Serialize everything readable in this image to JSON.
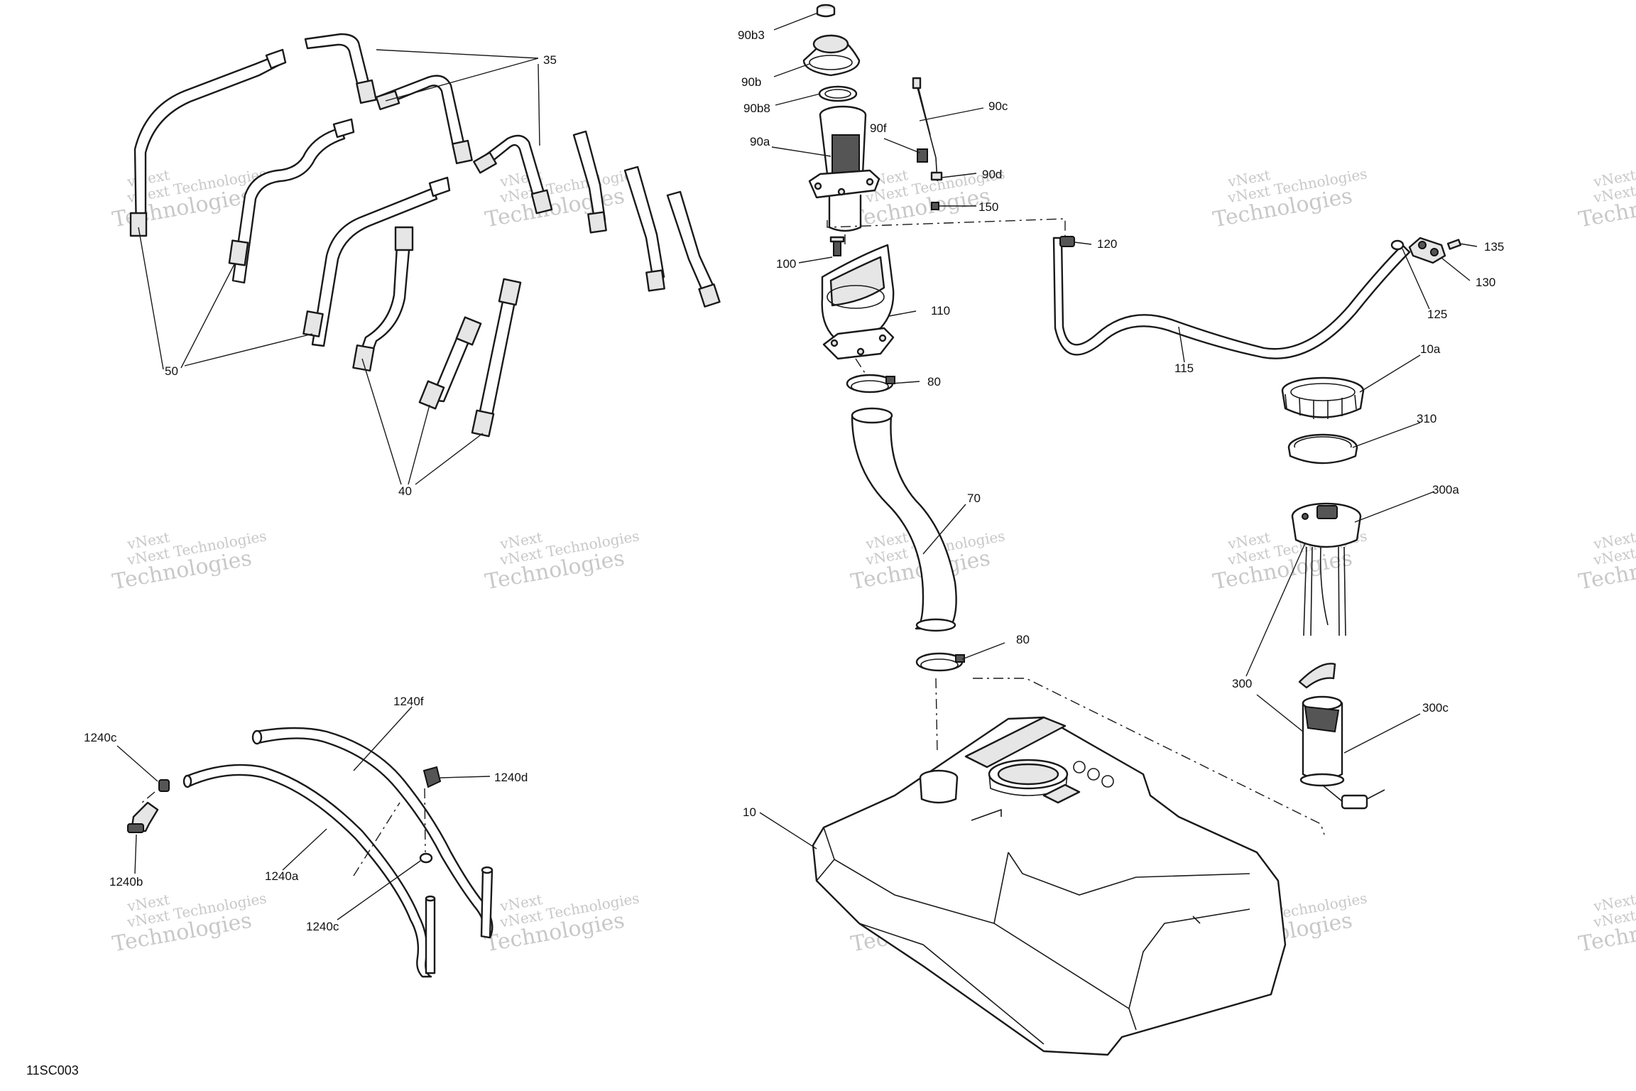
{
  "diagram": {
    "code": "11SC003",
    "watermark": {
      "line1": "vNext Technologies",
      "line2": "Technologies",
      "top": "vNext"
    },
    "labels": {
      "l35": "35",
      "l50": "50",
      "l40": "40",
      "l90b3": "90b3",
      "l90b": "90b",
      "l90b8": "90b8",
      "l90a": "90a",
      "l90c": "90c",
      "l90f": "90f",
      "l90d": "90d",
      "l150": "150",
      "l100": "100",
      "l110": "110",
      "l80a": "80",
      "l80b": "80",
      "l70": "70",
      "l120": "120",
      "l115": "115",
      "l135": "135",
      "l130": "130",
      "l125": "125",
      "l10a": "10a",
      "l310": "310",
      "l300a": "300a",
      "l300": "300",
      "l300c": "300c",
      "l10": "10",
      "l1240c_top": "1240c",
      "l1240f": "1240f",
      "l1240d": "1240d",
      "l1240b": "1240b",
      "l1240a": "1240a",
      "l1240c_bot": "1240c"
    }
  }
}
